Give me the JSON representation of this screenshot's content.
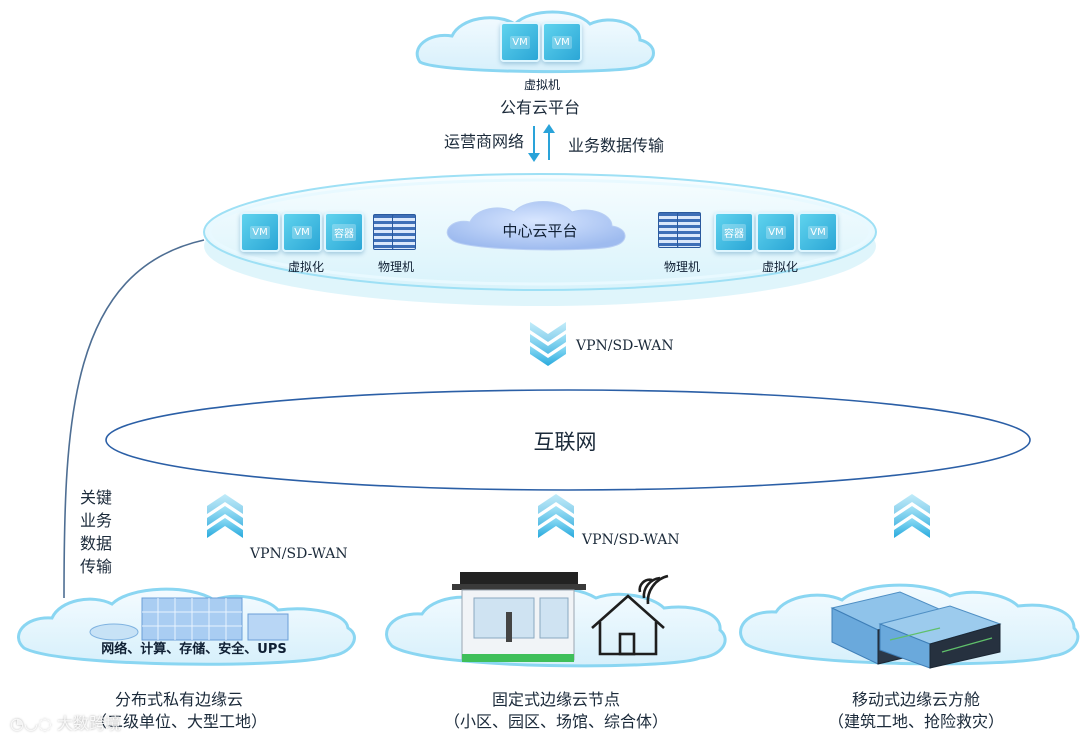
{
  "public_cloud": {
    "vm_label": "VM",
    "vm_caption": "虚拟机",
    "title": "公有云平台"
  },
  "uplink": {
    "down_label": "运营商网络",
    "up_label": "业务数据传输"
  },
  "center_cloud": {
    "title": "中心云平台",
    "vm_label": "VM",
    "container_label": "容器",
    "left_virtual": "虚拟化",
    "left_physical": "物理机",
    "right_physical": "物理机",
    "right_virtual": "虚拟化"
  },
  "center_link": {
    "label": "VPN/SD-WAN"
  },
  "internet": {
    "title": "互联网"
  },
  "side_link": {
    "lines": [
      "关键",
      "业务",
      "数据",
      "传输"
    ]
  },
  "edge_links": {
    "left_label": "VPN/SD-WAN",
    "middle_label": "VPN/SD-WAN"
  },
  "edges": [
    {
      "title": "分布式私有边缘云",
      "subtitle": "（二级单位、大型工地）",
      "inner": "网络、计算、存储、安全、UPS"
    },
    {
      "title": "固定式边缘云节点",
      "subtitle": "（小区、园区、场馆、综合体）"
    },
    {
      "title": "移动式边缘云方舱",
      "subtitle": "（建筑工地、抢险救灾）"
    }
  ],
  "watermark": "大数跨境"
}
